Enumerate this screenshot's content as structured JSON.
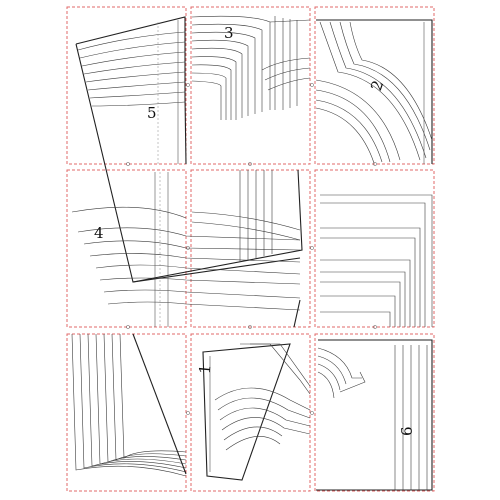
{
  "pieces": [
    {
      "id": "piece-1",
      "label": "1"
    },
    {
      "id": "piece-2",
      "label": "2"
    },
    {
      "id": "piece-3",
      "label": "3"
    },
    {
      "id": "piece-4",
      "label": "4"
    },
    {
      "id": "piece-5",
      "label": "5"
    },
    {
      "id": "piece-6",
      "label": "6"
    }
  ],
  "colors": {
    "tile_border": "#e06a6a",
    "pattern_line": "#3a3a3a",
    "background": "#ffffff"
  }
}
